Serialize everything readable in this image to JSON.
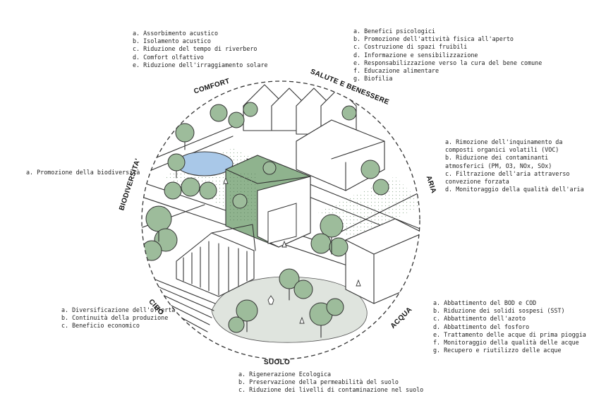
{
  "categories": {
    "comfort": "COMFORT",
    "salute": "SALUTE E BENESSERE",
    "biodiversita": "BIODIVERSITA'",
    "aria": "ARIA",
    "cibo": "CIBO",
    "acqua": "ACQUA",
    "suolo": "SUOLO"
  },
  "lists": {
    "comfort": [
      "a. Assorbimento acustico",
      "b. Isolamento acustico",
      "c. Riduzione del tempo di riverbero",
      "d. Comfort olfattivo",
      "e. Riduzione dell'irraggiamento solare"
    ],
    "salute": [
      "a. Benefici psicologici",
      "b. Promozione dell'attività fisica all'aperto",
      "c. Costruzione di spazi fruibili",
      "d. Informazione e sensibilizzazione",
      "e. Responsabilizzazione verso la cura del bene comune",
      "f. Educazione alimentare",
      "g. Biofilia"
    ],
    "biodiversita": [
      "a. Promozione della biodiversità"
    ],
    "aria": [
      "a. Rimozione dell'inquinamento da composti organici volatili (VOC)",
      "b. Riduzione dei contaminanti atmosferici (PM, O3, NOx, SOx)",
      "c. Filtrazione dell'aria attraverso convezione forzata",
      "d. Monitoraggio della qualità dell'aria"
    ],
    "cibo": [
      "a. Diversificazione dell'offerta",
      "b. Continuità della produzione",
      "c. Beneficio economico"
    ],
    "acqua": [
      "a. Abbattimento del BOD e COD",
      "b. Riduzione dei solidi sospesi (SST)",
      "c. Abbattimento dell'azoto",
      "d. Abbattimento del fosforo",
      "e. Trattamento delle acque di prima pioggia",
      "f. Monitoraggio della qualità delle acque",
      "g. Recupero e riutilizzo delle acque"
    ],
    "suolo": [
      "a. Rigenerazione Ecologica",
      "b. Preservazione della permeabilità del suolo",
      "c. Riduzione dei livelli di contaminazione nel suolo"
    ]
  },
  "colors": {
    "tree_green": "#9dbc9b",
    "green_dark": "#5f8a62",
    "water_blue": "#a9c8e8",
    "ground_gray": "#dde3dc",
    "ink": "#222222"
  }
}
